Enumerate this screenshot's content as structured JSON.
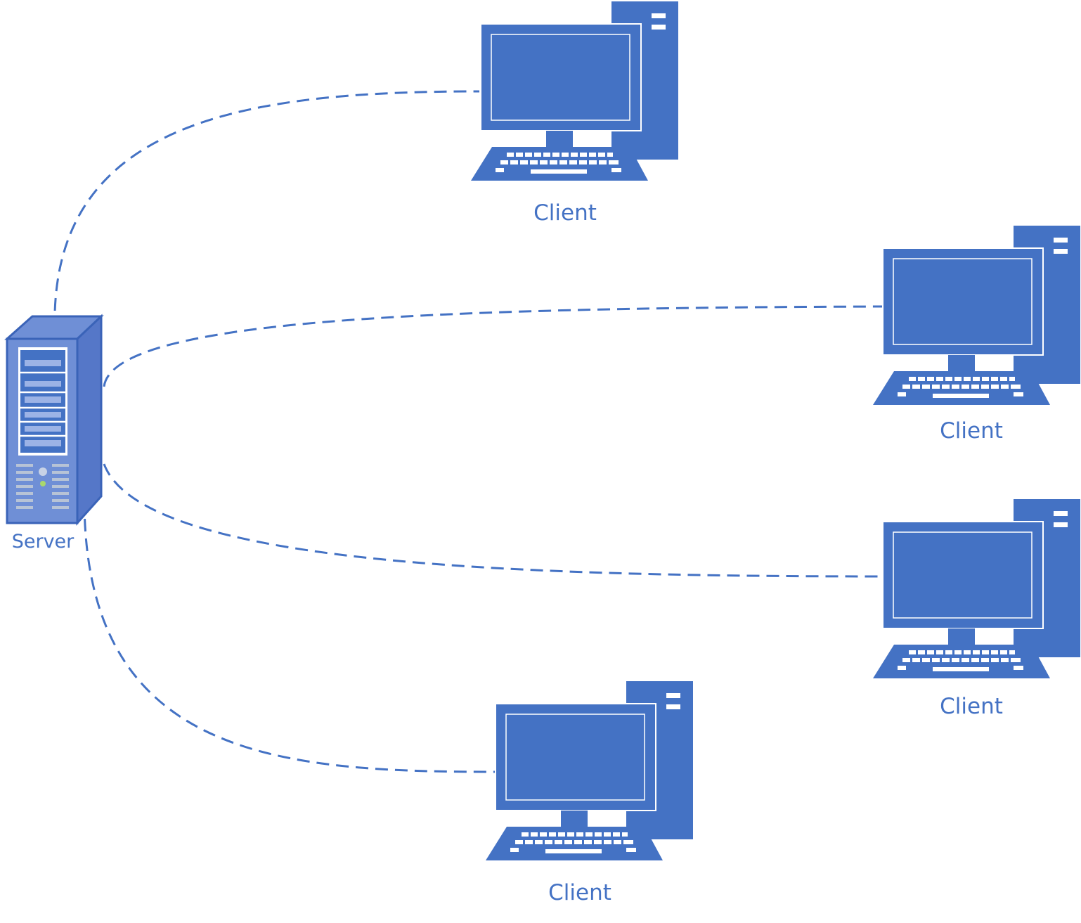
{
  "colors": {
    "primary": "#4472c4",
    "server_body": "#6f8fd6",
    "connector": "#4472c4"
  },
  "nodes": {
    "server": {
      "label": "Server",
      "icon": "server-tower-icon"
    },
    "clients": [
      {
        "label": "Client",
        "icon": "desktop-computer-icon"
      },
      {
        "label": "Client",
        "icon": "desktop-computer-icon"
      },
      {
        "label": "Client",
        "icon": "desktop-computer-icon"
      },
      {
        "label": "Client",
        "icon": "desktop-computer-icon"
      }
    ]
  },
  "connections": [
    {
      "from": "Server",
      "to": "Client 1",
      "style": "dashed"
    },
    {
      "from": "Server",
      "to": "Client 2",
      "style": "dashed"
    },
    {
      "from": "Server",
      "to": "Client 3",
      "style": "dashed"
    },
    {
      "from": "Server",
      "to": "Client 4",
      "style": "dashed"
    }
  ]
}
